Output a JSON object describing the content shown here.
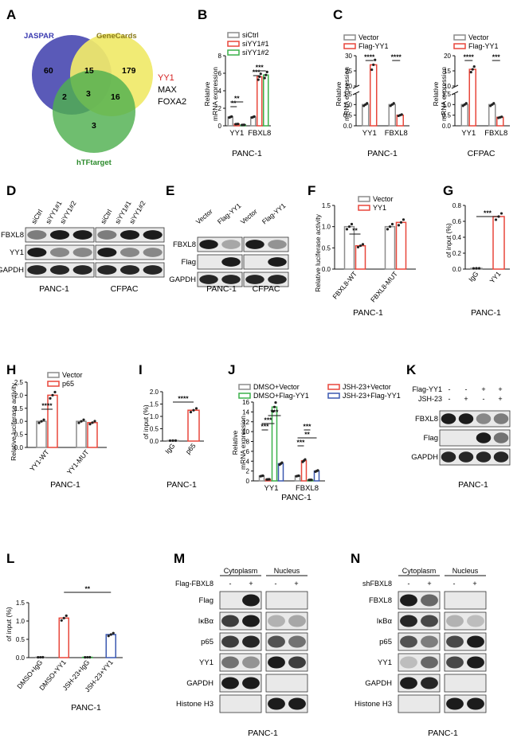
{
  "panels": {
    "A": {
      "letter": "A",
      "sets": [
        "JASPAR",
        "GeneCards",
        "hTFtarget"
      ],
      "counts": {
        "jaspar_only": "60",
        "genecards_only": "179",
        "htf_only": "3",
        "jaspar_genecards": "15",
        "jaspar_htf": "2",
        "genecards_htf": "16",
        "all": "3"
      },
      "genes": [
        "YY1",
        "MAX",
        "FOXA2"
      ],
      "colors": {
        "jaspar": "#5454b8",
        "genecards": "#f2ec6e",
        "htf": "#4fb34f",
        "yy1": "#d42020"
      }
    },
    "B": {
      "letter": "B",
      "ylabel": "Relative\nmRNA expression",
      "caption": "PANC-1"
    },
    "C": {
      "letter": "C",
      "ylabel": "Relative\nmRNA expression",
      "captions": [
        "PANC-1",
        "CFPAC"
      ]
    },
    "D": {
      "letter": "D",
      "lanes": [
        "siCtrl",
        "siYY1#1",
        "siYY1#2",
        "siCtrl",
        "siYY1#1",
        "siYY1#2"
      ],
      "rows": [
        "FBXL8",
        "YY1",
        "GAPDH"
      ],
      "captions": [
        "PANC-1",
        "CFPAC"
      ]
    },
    "E": {
      "letter": "E",
      "lanes": [
        "Vector",
        "Flag-YY1",
        "Vector",
        "Flag-YY1"
      ],
      "rows": [
        "FBXL8",
        "Flag",
        "GAPDH"
      ],
      "captions": [
        "PANC-1",
        "CFPAC"
      ]
    },
    "F": {
      "letter": "F",
      "ylabel": "Relative luciferase activity",
      "caption": "PANC-1"
    },
    "G": {
      "letter": "G",
      "ylabel": "of input (%)",
      "caption": "PANC-1"
    },
    "H": {
      "letter": "H",
      "ylabel": "Relative luciferase activity",
      "caption": "PANC-1"
    },
    "I": {
      "letter": "I",
      "ylabel": "of input (%)",
      "caption": "PANC-1"
    },
    "J": {
      "letter": "J",
      "ylabel": "Relative\nmRNA expression",
      "caption": "PANC-1"
    },
    "K": {
      "letter": "K",
      "treat_labels": [
        "Flag-YY1",
        "JSH-23"
      ],
      "signs": [
        [
          "-",
          "-",
          "+",
          "+"
        ],
        [
          "-",
          "+",
          "-",
          "+"
        ]
      ],
      "rows": [
        "FBXL8",
        "Flag",
        "GAPDH"
      ],
      "caption": "PANC-1"
    },
    "L": {
      "letter": "L",
      "ylabel": "of input (%)",
      "caption": "PANC-1"
    },
    "M": {
      "letter": "M",
      "groups": [
        "Cytoplasm",
        "Nucleus"
      ],
      "treat_label": "Flag-FBXL8",
      "signs": [
        "-",
        "+",
        "-",
        "+"
      ],
      "rows": [
        "Flag",
        "IκBα",
        "p65",
        "YY1",
        "GAPDH",
        "Histone H3"
      ],
      "caption": "PANC-1"
    },
    "N": {
      "letter": "N",
      "groups": [
        "Cytoplasm",
        "Nucleus"
      ],
      "treat_label": "shFBXL8",
      "signs": [
        "-",
        "+",
        "-",
        "+"
      ],
      "rows": [
        "FBXL8",
        "IκBα",
        "p65",
        "YY1",
        "GAPDH",
        "Histone H3"
      ],
      "caption": "PANC-1"
    }
  },
  "colors": {
    "gray": "#8c8c8c",
    "red": "#e8473b",
    "green": "#3bb14a",
    "blue": "#3b58b0"
  },
  "chart_data": [
    {
      "panel": "B",
      "type": "bar",
      "categories": [
        "YY1",
        "FBXL8"
      ],
      "ylabel": "Relative\nmRNA expression",
      "ylim": [
        0,
        8
      ],
      "yticks": [
        "0",
        "2",
        "4",
        "6",
        "8"
      ],
      "series": [
        {
          "name": "siCtrl",
          "color": "gray",
          "values": [
            1.0,
            1.0
          ]
        },
        {
          "name": "siYY1#1",
          "color": "red",
          "values": [
            0.2,
            5.6
          ]
        },
        {
          "name": "siYY1#2",
          "color": "green",
          "values": [
            0.1,
            5.8
          ]
        }
      ],
      "annotations": [
        "**",
        "**",
        "***",
        "***"
      ]
    },
    {
      "panel": "C1",
      "type": "bar",
      "categories": [
        "YY1",
        "FBXL8"
      ],
      "ylabel": "Relative\nmRNA expression",
      "caption": "PANC-1",
      "yticks": [
        "0.0",
        "0.5",
        "1.0",
        "1.5",
        "20",
        "25",
        "30"
      ],
      "axis_break": true,
      "series": [
        {
          "name": "Vector",
          "color": "gray",
          "values": [
            1.0,
            1.0
          ]
        },
        {
          "name": "Flag-YY1",
          "color": "red",
          "values": [
            27.0,
            0.5
          ]
        }
      ],
      "annotations": [
        "****",
        "****"
      ]
    },
    {
      "panel": "C2",
      "type": "bar",
      "categories": [
        "YY1",
        "FBXL8"
      ],
      "ylabel": "Relative\nmRNA expression",
      "caption": "CFPAC",
      "yticks": [
        "0.0",
        "0.5",
        "1.0",
        "1.5",
        "10",
        "15",
        "20"
      ],
      "axis_break": true,
      "series": [
        {
          "name": "Vector",
          "color": "gray",
          "values": [
            1.0,
            1.0
          ]
        },
        {
          "name": "Flag-YY1",
          "color": "red",
          "values": [
            15.5,
            0.4
          ]
        }
      ],
      "annotations": [
        "****",
        "***"
      ]
    },
    {
      "panel": "F",
      "type": "bar",
      "categories": [
        "FBXL8-WT",
        "FBXL8-MUT"
      ],
      "ylabel": "Relative luciferase activity",
      "ylim": [
        0,
        1.5
      ],
      "yticks": [
        "0.0",
        "0.5",
        "1.0",
        "1.5"
      ],
      "series": [
        {
          "name": "Vector",
          "color": "gray",
          "values": [
            1.0,
            1.0
          ]
        },
        {
          "name": "YY1",
          "color": "red",
          "values": [
            0.55,
            1.1
          ]
        }
      ],
      "annotations": [
        "**"
      ]
    },
    {
      "panel": "G",
      "type": "bar",
      "categories": [
        "IgG",
        "YY1"
      ],
      "ylabel": "of input (%)",
      "ylim": [
        0,
        0.8
      ],
      "yticks": [
        "0.0",
        "0.2",
        "0.4",
        "0.6",
        "0.8"
      ],
      "values": [
        0.01,
        0.66
      ],
      "colors": [
        "gray",
        "red"
      ],
      "annotations": [
        "***"
      ]
    },
    {
      "panel": "H",
      "type": "bar",
      "categories": [
        "YY1-WT",
        "YY1-MUT"
      ],
      "ylabel": "Relative luciferase activity",
      "ylim": [
        0,
        2.5
      ],
      "yticks": [
        "0.0",
        "0.5",
        "1.0",
        "1.5",
        "2.0",
        "2.5"
      ],
      "series": [
        {
          "name": "Vector",
          "color": "gray",
          "values": [
            1.0,
            1.0
          ]
        },
        {
          "name": "p65",
          "color": "red",
          "values": [
            2.0,
            0.95
          ]
        }
      ],
      "annotations": [
        "****"
      ]
    },
    {
      "panel": "I",
      "type": "bar",
      "categories": [
        "IgG",
        "p65"
      ],
      "ylabel": "of input (%)",
      "ylim": [
        0,
        2.0
      ],
      "yticks": [
        "0.0",
        "0.5",
        "1.0",
        "1.5",
        "2.0"
      ],
      "values": [
        0.02,
        1.25
      ],
      "colors": [
        "gray",
        "red"
      ],
      "annotations": [
        "****"
      ]
    },
    {
      "panel": "J",
      "type": "bar",
      "categories": [
        "YY1",
        "FBXL8"
      ],
      "ylabel": "Relative\nmRNA expression",
      "yticks": [
        "0",
        "2",
        "4",
        "6",
        "8",
        "10",
        "12",
        "14",
        "16"
      ],
      "series": [
        {
          "name": "DMSO+Vector",
          "color": "gray",
          "values": [
            1.0,
            1.0
          ]
        },
        {
          "name": "JSH-23+Vector",
          "color": "red",
          "values": [
            0.3,
            4.1
          ]
        },
        {
          "name": "DMSO+Flag-YY1",
          "color": "green",
          "values": [
            15.0,
            0.2
          ]
        },
        {
          "name": "JSH-23+Flag-YY1",
          "color": "blue",
          "values": [
            3.5,
            2.0
          ]
        }
      ],
      "annotations": [
        "***",
        "***",
        "***",
        "***",
        "**",
        "***"
      ]
    },
    {
      "panel": "L",
      "type": "bar",
      "categories": [
        "DMSO+IgG",
        "DMSO+YY1",
        "JSH-23+IgG",
        "JSH-23+YY1"
      ],
      "ylabel": "of input (%)",
      "ylim": [
        0,
        1.5
      ],
      "yticks": [
        "0.0",
        "0.5",
        "1.0",
        "1.5"
      ],
      "values": [
        0.01,
        1.08,
        0.01,
        0.63
      ],
      "colors": [
        "gray",
        "red",
        "green",
        "blue"
      ],
      "annotations": [
        "**"
      ]
    }
  ]
}
